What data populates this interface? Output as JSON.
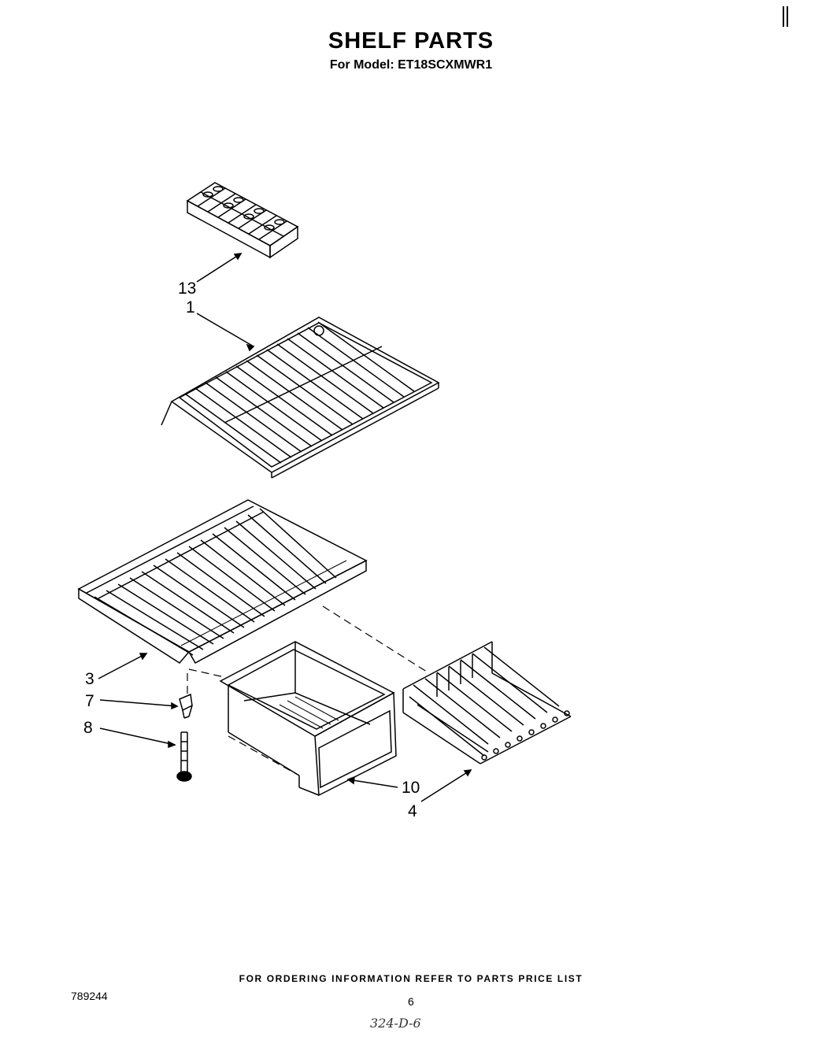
{
  "header": {
    "title": "SHELF PARTS",
    "model_line": "For Model: ET18SCXMWR1"
  },
  "callouts": {
    "ice_tray": "13",
    "wire_shelf": "1",
    "crisper_cover": "3",
    "support_7": "7",
    "support_8": "8",
    "crisper_pan": "10",
    "basket": "4"
  },
  "footer": {
    "ordering_note": "FOR ORDERING INFORMATION REFER TO PARTS PRICE LIST",
    "document_number": "789244",
    "page_number": "6",
    "handwritten_code": "324-D-6"
  }
}
